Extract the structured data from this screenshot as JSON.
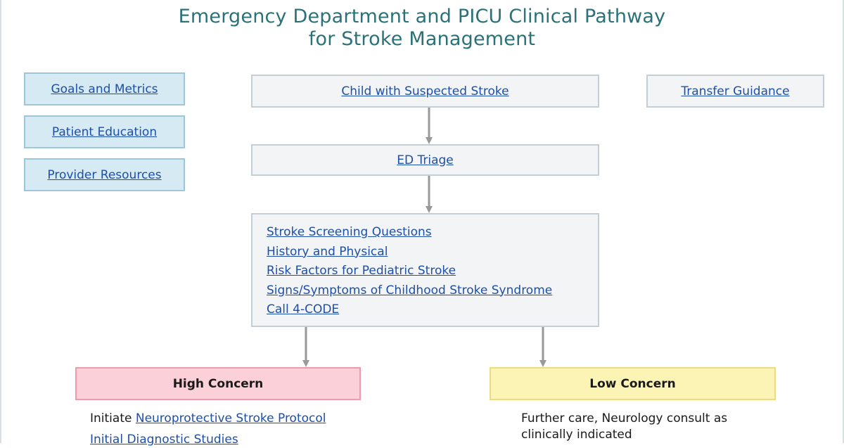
{
  "title": {
    "line1": "Emergency Department and PICU Clinical Pathway",
    "line2": "for Stroke Management"
  },
  "sidebar": {
    "items": [
      {
        "label": "Goals and Metrics"
      },
      {
        "label": "Patient Education"
      },
      {
        "label": "Provider Resources"
      }
    ]
  },
  "transfer": {
    "label": "Transfer Guidance"
  },
  "flow": {
    "start": {
      "label": "Child with Suspected Stroke"
    },
    "triage": {
      "label": "ED Triage"
    },
    "screening_links": [
      {
        "label": "Stroke Screening Questions"
      },
      {
        "label": "History and Physical"
      },
      {
        "label": "Risk Factors for Pediatric Stroke"
      },
      {
        "label": "Signs/Symptoms of Childhood Stroke Syndrome"
      },
      {
        "label": "Call 4-CODE"
      }
    ]
  },
  "high_concern": {
    "label": "High Concern",
    "initiate_prefix": "Initiate ",
    "protocol_link": "Neuroprotective Stroke Protocol",
    "studies_link": "Initial Diagnostic Studies"
  },
  "low_concern": {
    "label": "Low Concern",
    "line1": "Further care, Neurology consult as",
    "line2": "clinically indicated"
  },
  "colors": {
    "title": "#2a7277",
    "link": "#1e4fa8",
    "side_fill": "#d6eaf3",
    "flow_fill": "#f2f4f6",
    "high_fill": "#fbd0d8",
    "low_fill": "#fcf4b5",
    "arrow": "#999999"
  }
}
